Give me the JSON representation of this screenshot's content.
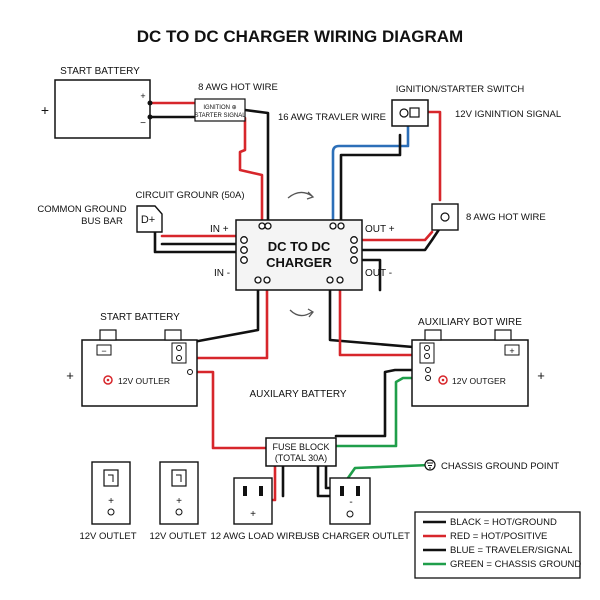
{
  "title": "DC TO DC CHARGER WIRING DIAGRAM",
  "labels": {
    "start_battery_top": "START BATTERY",
    "hot_wire_8awg_top": "8 AWG HOT WIRE",
    "ignition_signal_box_line1": "IGNITION ⊕",
    "ignition_signal_box_line2": "STARTER SIGNAL",
    "ignition_starter_switch": "IGNITION/STARTER SWITCH",
    "travler_wire": "16 AWG TRAVLER WIRE",
    "ignintion_signal": "12V IGNINTION SIGNAL",
    "circuit_grounr": "CIRCUIT GROUNR (50A)",
    "common_ground_line1": "COMMON GROUND",
    "common_ground_line2": "BUS BAR",
    "bus_bar_symbol": "D+",
    "in_plus": "IN +",
    "in_minus": "IN -",
    "out_plus": "OUT +",
    "out_minus": "OUT -",
    "charger_line1": "DC TO DC",
    "charger_line2": "CHARGER",
    "hot_wire_8awg_right": "8 AWG HOT WIRE",
    "start_battery_mid": "START BATTERY",
    "outler_12v": "12V OUTLER",
    "auxiliary_bot_wire": "AUXILIARY BOT WIRE",
    "outger_12v": "12V OUTGER",
    "auxilary_battery": "AUXILARY BATTERY",
    "fuse_block_line1": "FUSE BLOCK",
    "fuse_block_line2": "(TOTAL 30A)",
    "chassis_ground_point": "CHASSIS GROUND POINT",
    "outlet_12v_a": "12V OUTLET",
    "outlet_12v_b": "12V OUTLET",
    "load_wire": "12 AWG LOAD WIRE",
    "usb_charger_outlet": "USB CHARGER OUTLET",
    "plus": "+",
    "minus": "−",
    "outlet_plus": "+",
    "outlet_minus": "-"
  },
  "legend": [
    {
      "color": "#111111",
      "text": "BLACK = HOT/GROUND"
    },
    {
      "color": "#d7262b",
      "text": "RED = HOT/POSITIVE"
    },
    {
      "color": "#111111",
      "text": "BLUE = TRAVELER/SIGNAL"
    },
    {
      "color": "#1f9e4a",
      "text": "GREEN = CHASSIS GROUND"
    }
  ],
  "colors": {
    "red": "#d7262b",
    "black": "#111111",
    "blue": "#2c6fb8",
    "green": "#1f9e4a",
    "box_fill": "#f4f4f4"
  }
}
